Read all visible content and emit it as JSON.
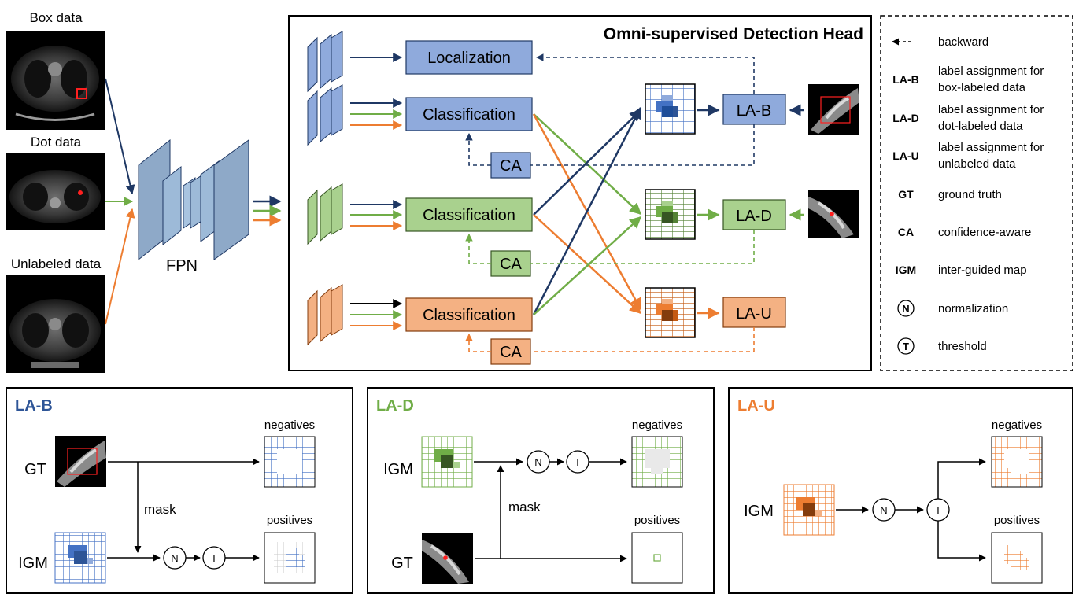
{
  "inputs": {
    "box_label": "Box data",
    "dot_label": "Dot data",
    "unlabeled_label": "Unlabeled data"
  },
  "fpn_label": "FPN",
  "head": {
    "title": "Omni-supervised Detection Head",
    "localization": "Localization",
    "classification": "Classification",
    "ca": "CA",
    "la_b": "LA-B",
    "la_d": "LA-D",
    "la_u": "LA-U"
  },
  "legend": {
    "backward": "backward",
    "items": [
      {
        "key": "LA-B",
        "desc1": "label assignment for",
        "desc2": "box-labeled data"
      },
      {
        "key": "LA-D",
        "desc1": "label assignment for",
        "desc2": "dot-labeled data"
      },
      {
        "key": "LA-U",
        "desc1": "label assignment for",
        "desc2": "unlabeled data"
      },
      {
        "key": "GT",
        "desc1": "ground truth"
      },
      {
        "key": "CA",
        "desc1": "confidence-aware"
      },
      {
        "key": "IGM",
        "desc1": "inter-guided map"
      },
      {
        "key": "N",
        "desc1": "normalization"
      },
      {
        "key": "T",
        "desc1": "threshold"
      }
    ]
  },
  "panels": {
    "la_b": {
      "title": "LA-B",
      "gt": "GT",
      "igm": "IGM",
      "mask": "mask",
      "negatives": "negatives",
      "positives": "positives",
      "n": "N",
      "t": "T"
    },
    "la_d": {
      "title": "LA-D",
      "gt": "GT",
      "igm": "IGM",
      "mask": "mask",
      "negatives": "negatives",
      "positives": "positives",
      "n": "N",
      "t": "T"
    },
    "la_u": {
      "title": "LA-U",
      "igm": "IGM",
      "negatives": "negatives",
      "positives": "positives",
      "n": "N",
      "t": "T"
    }
  },
  "colors": {
    "blue": "#1f3864",
    "green": "#70ad47",
    "orange": "#ed7d31",
    "blue_fill": "#8faadc",
    "green_fill": "#a9d18e",
    "orange_fill": "#f4b183",
    "fpn_fill": "#8ea9c8",
    "title_blue": "#2e5597",
    "title_green": "#70ad47",
    "title_orange": "#ed7d31"
  }
}
